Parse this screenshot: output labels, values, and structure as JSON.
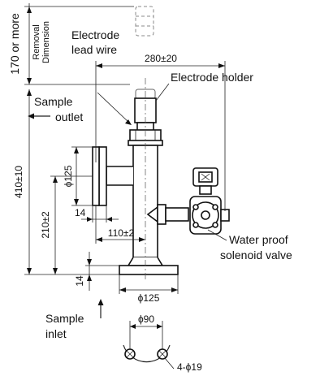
{
  "labels": {
    "removal_dim": "170 or more",
    "removal_caption_1": "Removal",
    "removal_caption_2": "Dimension",
    "electrode_lead_1": "Electrode",
    "electrode_lead_2": "lead wire",
    "width_dim": "280±20",
    "electrode_holder": "Electrode holder",
    "sample_outlet_1": "Sample",
    "sample_outlet_2": "outlet",
    "total_height": "410±10",
    "flange_dia": "ϕ125",
    "height_210": "210±2",
    "dim_14_a": "14",
    "dim_110": "110±2",
    "dim_14_b": "14",
    "base_dia": "ϕ125",
    "valve_1": "Water proof",
    "valve_2": "solenoid valve",
    "sample_inlet_1": "Sample",
    "sample_inlet_2": "inlet",
    "pcd": "ϕ90",
    "holes": "4-ϕ19"
  },
  "icons": [
    "sample-outlet-arrow",
    "sample-inlet-arrow"
  ]
}
